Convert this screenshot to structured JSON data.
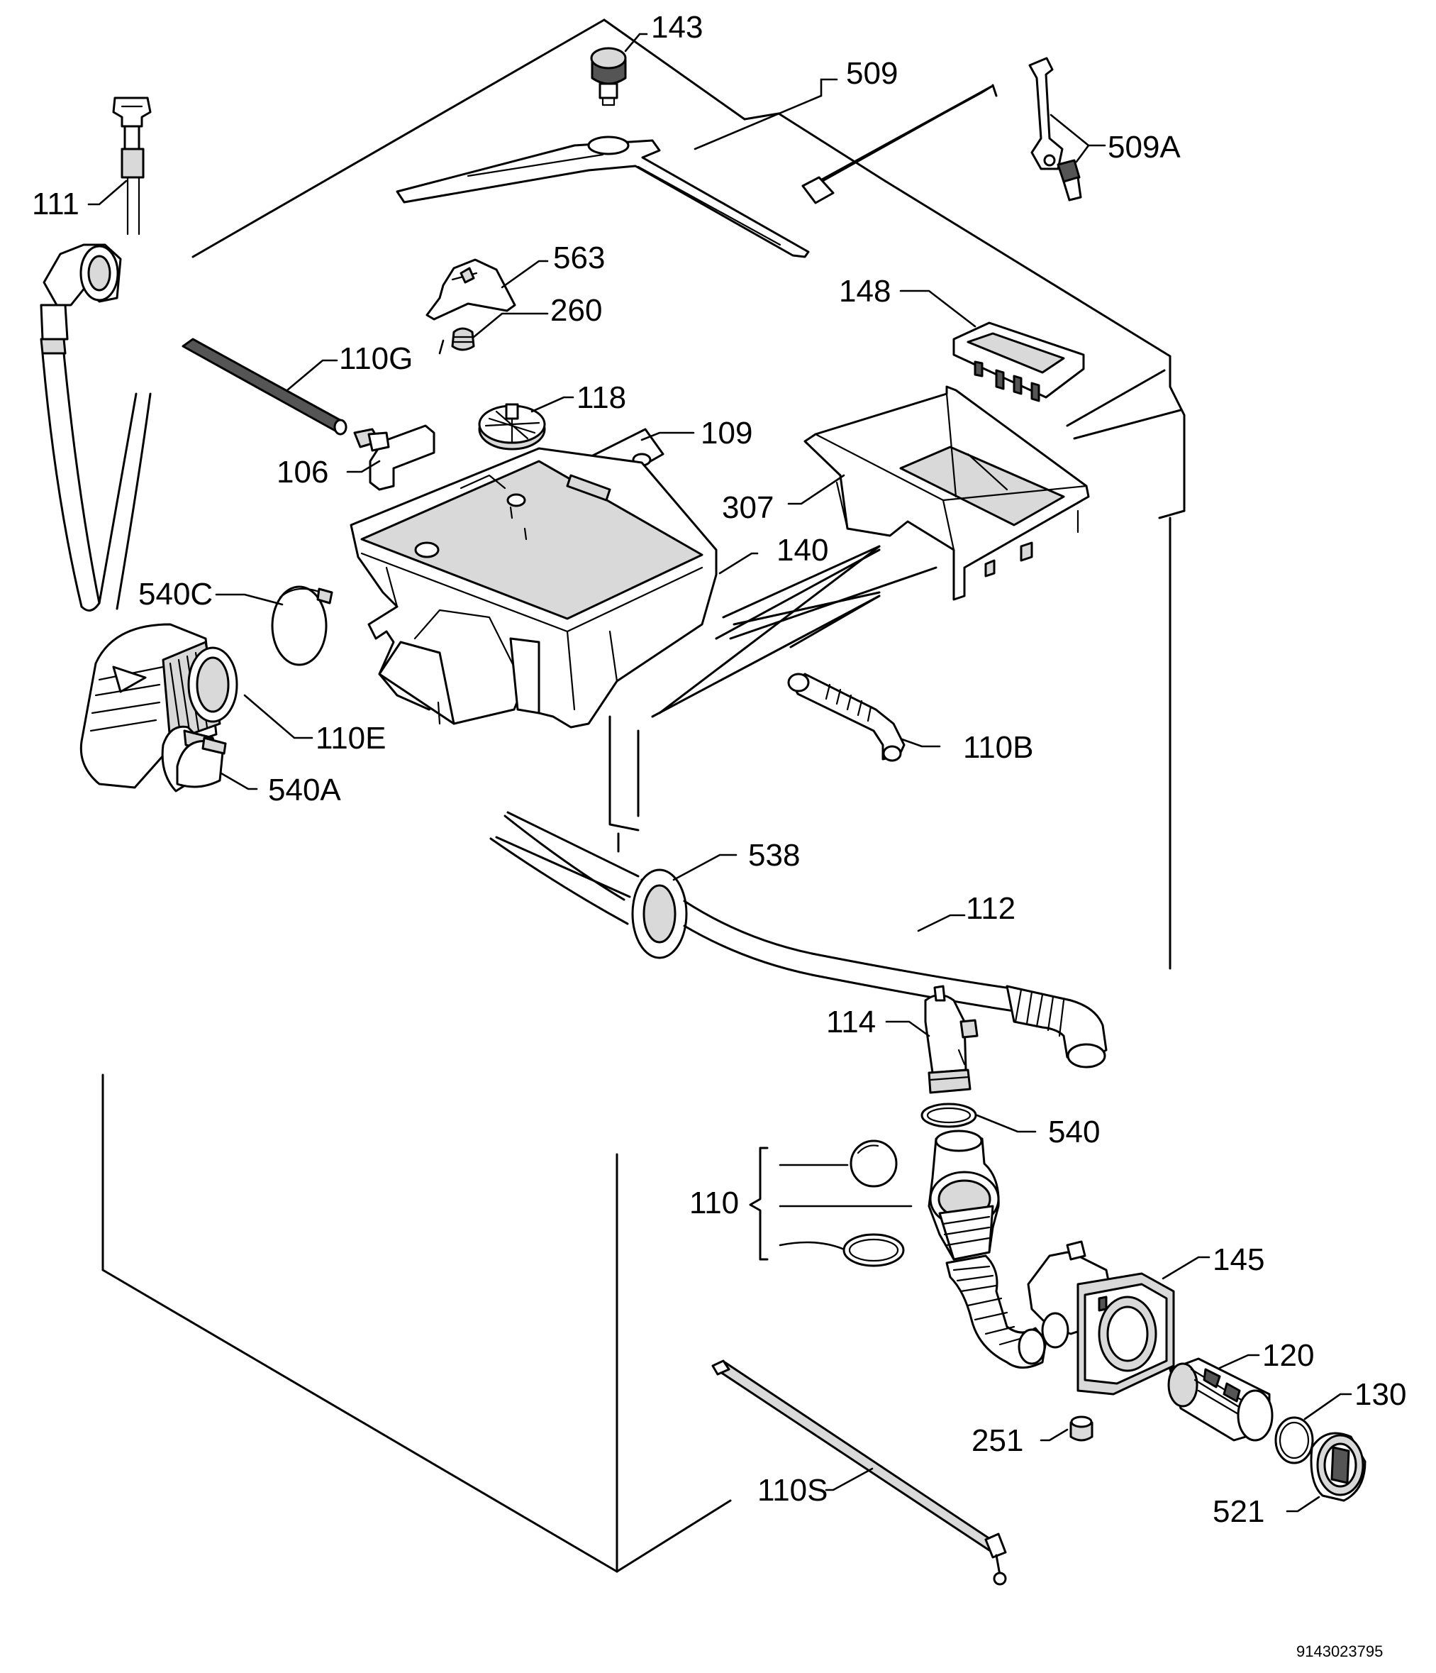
{
  "diagram": {
    "labels": {
      "p143": "143",
      "p509": "509",
      "p509A": "509A",
      "p111": "111",
      "p563": "563",
      "p260": "260",
      "p148": "148",
      "p110G": "110G",
      "p118": "118",
      "p109": "109",
      "p106": "106",
      "p307": "307",
      "p140": "140",
      "p540C": "540C",
      "p110E": "110E",
      "p110B": "110B",
      "p540A": "540A",
      "p538": "538",
      "p112": "112",
      "p114": "114",
      "p540": "540",
      "p110": "110",
      "p145": "145",
      "p120": "120",
      "p130": "130",
      "p251": "251",
      "p110S": "110S",
      "p521": "521"
    },
    "document_number": "9143023795"
  }
}
